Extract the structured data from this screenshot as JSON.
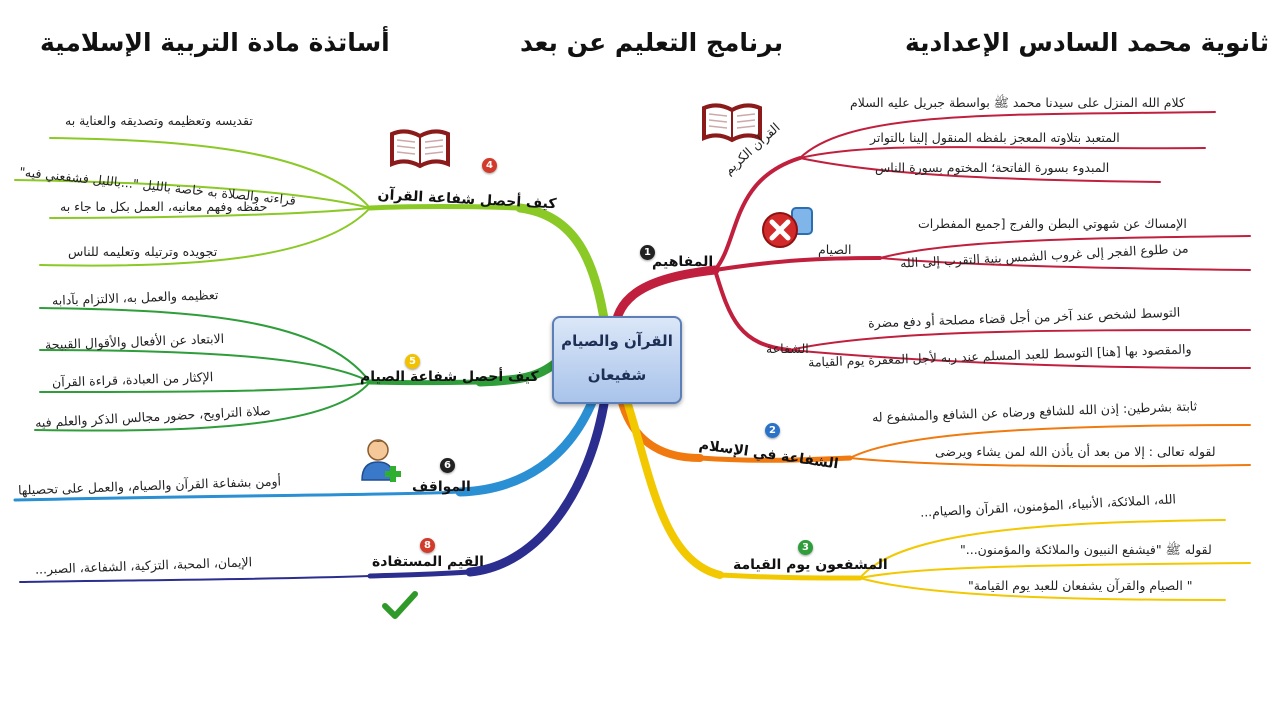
{
  "headers": {
    "right": "ثانوية محمد السادس الإعدادية",
    "center": "برنامج التعليم عن بعد",
    "left": "أساتذة مادة التربية الإسلامية"
  },
  "center": {
    "line1": "القرآن والصيام",
    "line2": "شفيعان"
  },
  "colors": {
    "concepts": "#c0203d",
    "islam": "#f07a10",
    "intercessors": "#f2c800",
    "quran": "#8ac926",
    "fasting": "#2e9d3a",
    "stances": "#2b8fd4",
    "values": "#2b2d8f"
  },
  "branches": {
    "concepts": {
      "badge": "1",
      "label": "المفاهيم",
      "icon": "book-icon",
      "quran": {
        "label": "القرآن الكريم",
        "items": [
          "كلام الله المنزل على سيدنا محمد ﷺ بواسطة جبريل عليه السلام",
          "المتعبد بتلاوته المعجز بلفظه المنقول إلينا بالتواتر",
          "المبدوء بسورة الفاتحة؛ المختوم بسورة الناس"
        ]
      },
      "fasting": {
        "label": "الصيام",
        "icon": "delete-icon",
        "items": [
          "الإمساك عن شهوتي البطن والفرج [جميع المفطرات",
          "من طلوع الفجر إلى غروب الشمس بنية التقرب إلى الله"
        ]
      },
      "intercession": {
        "label": "الشفاعة",
        "items": [
          "التوسط لشخص عند آخر من أجل قضاء مصلحة أو دفع مضرة",
          "والمقصود بها [هنا] التوسط للعبد المسلم عند ربه لأجل المغفرة يوم القيامة"
        ]
      }
    },
    "islam": {
      "badge": "2",
      "label": "الشفاعة في الإسلام",
      "items": [
        "ثابتة بشرطين: إذن الله للشافع ورضاه عن الشافع والمشفوع له",
        "لقوله تعالى : إلا من بعد أن يأذن الله لمن يشاء ويرضى"
      ]
    },
    "intercessors": {
      "badge": "3",
      "label": "المشفعون يوم القيامة",
      "items": [
        "الله، الملائكة، الأنبياء، المؤمنون، القرآن والصيام...",
        "لقوله ﷺ \"فيشفع النبيون والملائكة والمؤمنون...\"",
        "\" الصيام والقرآن يشفعان للعبد يوم القيامة\""
      ]
    },
    "quran": {
      "badge": "4",
      "label": "كيف أحصل شفاعة القرآن",
      "icon": "book-icon",
      "items": [
        "تقديسه وتعظيمه وتصديقه والعناية به",
        "قراءته والصلاة به خاصة بالليل \"...بالليل فشفعني فيه\"",
        "حفظه وفهم معانيه، العمل بكل ما جاء به",
        "تجويده وترتيله وتعليمه للناس"
      ]
    },
    "fasting": {
      "badge": "5",
      "label": "كيف أحصل شفاعة الصيام",
      "items": [
        "تعظيمه والعمل به، الالتزام بآدابه",
        "الابتعاد عن الأفعال والأقوال القبيحة",
        "الإكثار من العبادة، قراءة القرآن",
        "صلاة التراويح، حضور مجالس الذكر والعلم فيه"
      ]
    },
    "stances": {
      "badge": "6",
      "label": "المواقف",
      "icon": "add-user-icon",
      "items": [
        "أومن بشفاعة القرآن والصيام، والعمل على تحصيلها"
      ]
    },
    "values": {
      "badge": "8",
      "label": "القيم المستفادة",
      "icon": "checkmark-icon",
      "items": [
        "الإيمان، المحبة، التزكية، الشفاعة، الصبر..."
      ]
    }
  }
}
